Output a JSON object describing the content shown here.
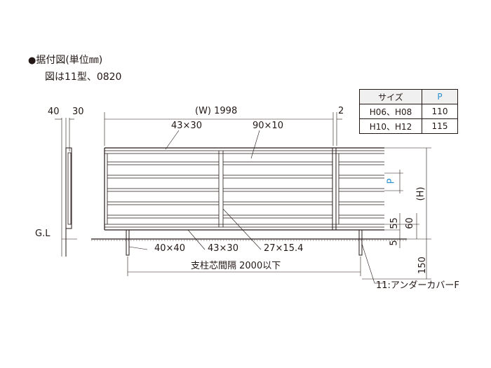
{
  "header": {
    "bullet": "●",
    "title": "据付図(単位㎜)",
    "note": "図は11型、0820"
  },
  "size_table": {
    "headers": [
      "サイズ",
      "P"
    ],
    "rows": [
      [
        "H06、H08",
        "110"
      ],
      [
        "H10、H12",
        "115"
      ]
    ]
  },
  "dimensions": {
    "side_40": "40",
    "side_30": "30",
    "width": "(W) 1998",
    "end_gap": "2",
    "top_rail": "43×30",
    "slat": "90×10",
    "height": "(H)",
    "pitch": "P",
    "base_55": "55",
    "base_60": "60",
    "foot_5": "5",
    "foot_150": "150"
  },
  "labels": {
    "ground_line": "G.L",
    "post_size": "40×40",
    "bottom_rail": "43×30",
    "mid_post": "27×15.4",
    "post_spacing": "支柱芯間隔 2000以下",
    "under_cover": "11:アンダーカバーF"
  },
  "colors": {
    "line": "#231815",
    "accent_blue": "#2a8fd0"
  }
}
